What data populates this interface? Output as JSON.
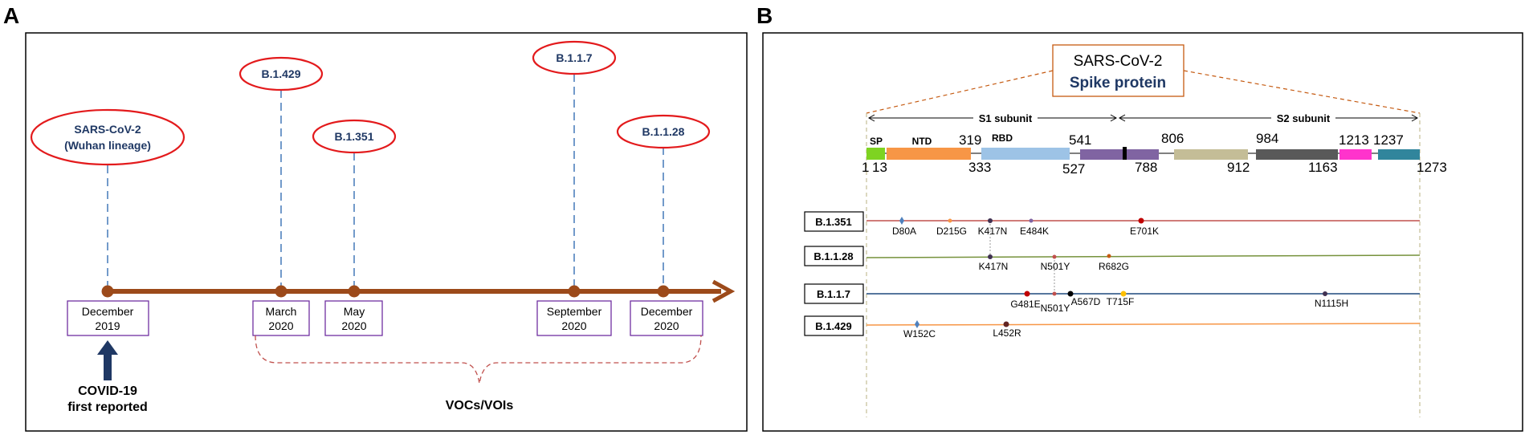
{
  "panel_a": {
    "label": "A",
    "events": [
      {
        "name": "SARS-CoV-2",
        "name2": "(Wuhan lineage)",
        "month": "December",
        "year": "2019"
      },
      {
        "name": "B.1.429",
        "month": "March",
        "year": "2020"
      },
      {
        "name": "B.1.351",
        "month": "May",
        "year": "2020"
      },
      {
        "name": "B.1.1.7",
        "month": "September",
        "year": "2020"
      },
      {
        "name": "B.1.1.28",
        "month": "December",
        "year": "2020"
      }
    ],
    "first_reported_line1": "COVID-19",
    "first_reported_line2": "first reported",
    "vocs_label": "VOCs/VOIs"
  },
  "panel_b": {
    "label": "B",
    "title_line1": "SARS-CoV-2",
    "title_line2": "Spike protein",
    "s1_label": "S1 subunit",
    "s2_label": "S2 subunit",
    "domains": {
      "sp": "SP",
      "ntd": "NTD",
      "rbd": "RBD"
    },
    "positions": {
      "p1": "1",
      "p13": "13",
      "p319": "319",
      "p333": "333",
      "p541": "541",
      "p527": "527",
      "p788": "788",
      "p806": "806",
      "p912": "912",
      "p984": "984",
      "p1163": "1163",
      "p1213": "1213",
      "p1237": "1237",
      "p1273": "1273"
    },
    "variants": [
      {
        "name": "B.1.351",
        "mutations": [
          "D80A",
          "D215G",
          "K417N",
          "E484K",
          "E701K"
        ]
      },
      {
        "name": "B.1.1.28",
        "mutations": [
          "K417N",
          "N501Y",
          "R682G"
        ]
      },
      {
        "name": "B.1.1.7",
        "mutations": [
          "G481E",
          "N501Y",
          "A567D",
          "T715F",
          "N1115H"
        ]
      },
      {
        "name": "B.1.429",
        "mutations": [
          "W152C",
          "L452R"
        ]
      }
    ],
    "colors": {
      "sp": "#7ed321",
      "ntd": "#f79646",
      "rbd": "#9dc3e6",
      "purple": "#8064a2",
      "tan": "#c4bd97",
      "dark": "#595959",
      "magenta": "#ff33cc",
      "teal": "#31859c"
    }
  }
}
